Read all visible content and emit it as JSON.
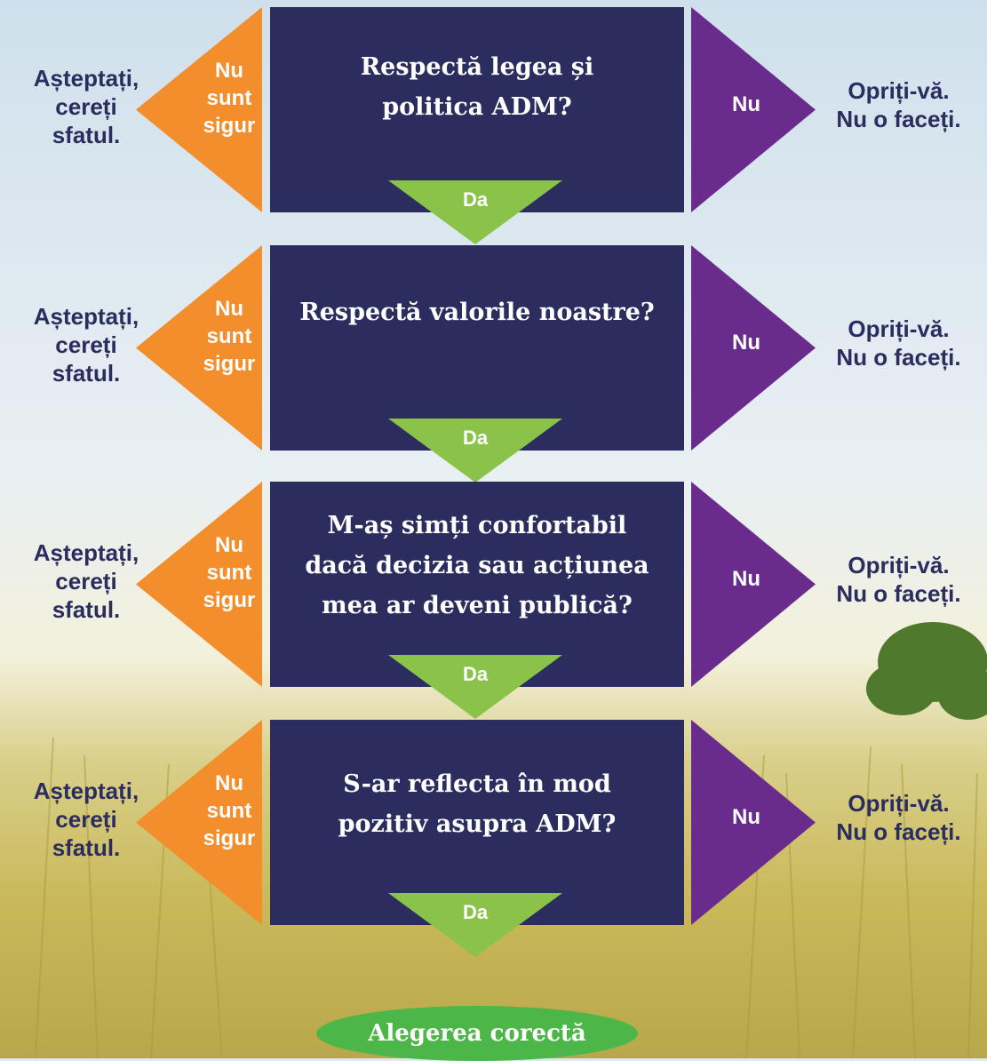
{
  "colors": {
    "box": "#2b2d5f",
    "unsure": "#f28e2b",
    "no": "#6a2c8c",
    "yes": "#8bc34a",
    "final": "#4cb648",
    "side_text": "#2b2d5f"
  },
  "steps": [
    {
      "question": "Respectă legea și politica ADM?",
      "question_lines": [
        "Respectă legea și",
        "politica ADM?"
      ],
      "unsure_lines": [
        "Nu",
        "sunt",
        "sigur"
      ],
      "wait_lines": [
        "Așteptați,",
        "cereți",
        "sfatul."
      ],
      "no_label": "Nu",
      "stop_lines": [
        "Opriți-vă.",
        "Nu o faceți."
      ],
      "yes_label": "Da"
    },
    {
      "question": "Respectă valorile noastre?",
      "question_lines": [
        "Respectă valorile noastre?"
      ],
      "unsure_lines": [
        "Nu",
        "sunt",
        "sigur"
      ],
      "wait_lines": [
        "Așteptați,",
        "cereți",
        "sfatul."
      ],
      "no_label": "Nu",
      "stop_lines": [
        "Opriți-vă.",
        "Nu o faceți."
      ],
      "yes_label": "Da"
    },
    {
      "question": "M-aș simți confortabil dacă decizia sau acțiunea mea ar deveni publică?",
      "question_lines": [
        "M-aș simți confortabil",
        "dacă decizia sau acțiunea",
        "mea ar deveni publică?"
      ],
      "unsure_lines": [
        "Nu",
        "sunt",
        "sigur"
      ],
      "wait_lines": [
        "Așteptați,",
        "cereți",
        "sfatul."
      ],
      "no_label": "Nu",
      "stop_lines": [
        "Opriți-vă.",
        "Nu o faceți."
      ],
      "yes_label": "Da"
    },
    {
      "question": "S-ar reflecta în mod pozitiv asupra ADM?",
      "question_lines": [
        "S-ar reflecta în mod",
        "pozitiv asupra ADM?"
      ],
      "unsure_lines": [
        "Nu",
        "sunt",
        "sigur"
      ],
      "wait_lines": [
        "Așteptați,",
        "cereți",
        "sfatul."
      ],
      "no_label": "Nu",
      "stop_lines": [
        "Opriți-vă.",
        "Nu o faceți."
      ],
      "yes_label": "Da"
    }
  ],
  "final": {
    "label": "Alegerea corectă"
  }
}
